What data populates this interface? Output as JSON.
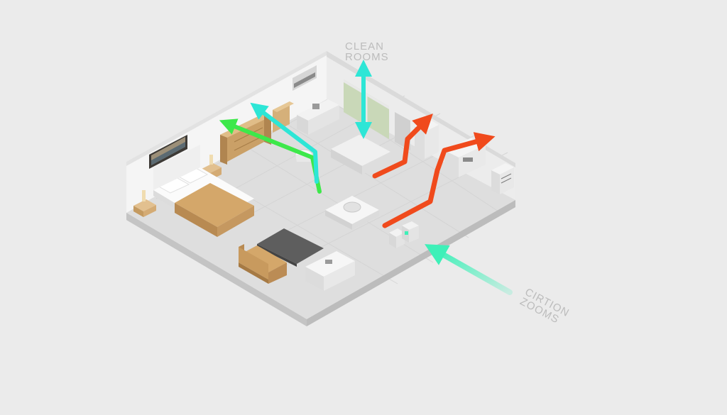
{
  "labels": {
    "top_line1": "CLEAN",
    "top_line2": "ROOMS",
    "bottom_line1": "CIRTION",
    "bottom_line2": "ZOOMS"
  },
  "colors": {
    "background": "#ebebeb",
    "floor": "#dcdcdc",
    "wall": "#f4f4f4",
    "wood": "#d4a76a",
    "arrow_green": "#3de84a",
    "arrow_cyan": "#2de6d6",
    "arrow_orange": "#f04a1c",
    "arrow_mint": "#3ef0b8"
  },
  "icons": [
    "bed-icon",
    "sofa-icon",
    "desk-icon",
    "robot-vacuum-icon",
    "window-icon",
    "appliance-icon"
  ]
}
